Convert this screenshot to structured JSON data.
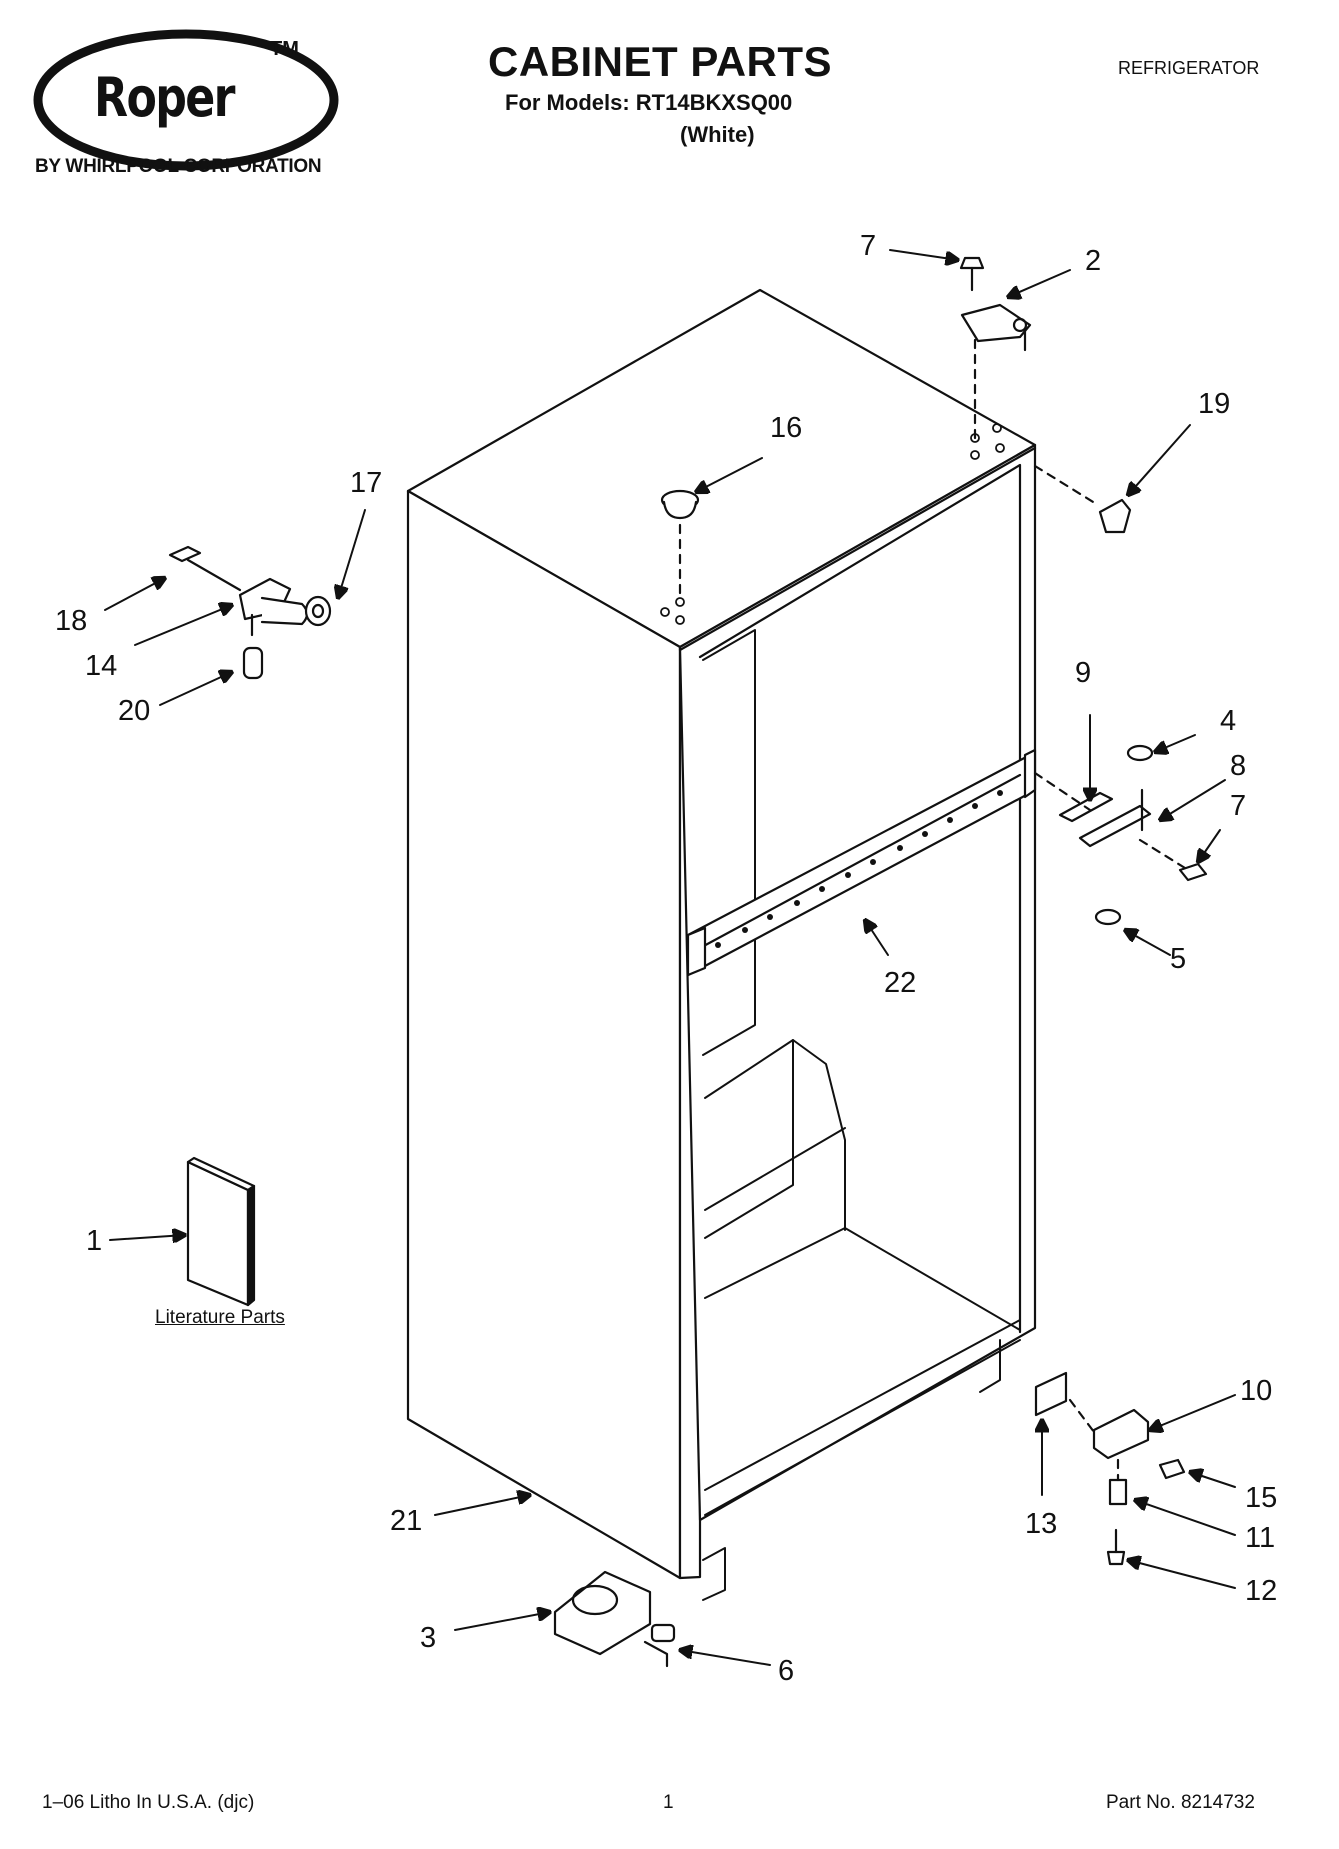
{
  "header": {
    "brand": "Roper",
    "trademark": "TM",
    "corporation": "BY WHIRLPOOL CORPORATION",
    "title": "CABINET PARTS",
    "models_line": "For Models: RT14BKXSQ00",
    "variant": "(White)",
    "appliance": "REFRIGERATOR"
  },
  "diagram": {
    "literature_label": "Literature Parts",
    "callouts": [
      "1",
      "2",
      "3",
      "4",
      "5",
      "6",
      "7",
      "7",
      "8",
      "9",
      "10",
      "11",
      "12",
      "13",
      "14",
      "15",
      "16",
      "17",
      "18",
      "19",
      "20",
      "21",
      "22"
    ]
  },
  "footer": {
    "print_info": "1–06 Litho In U.S.A. (djc)",
    "page_number": "1",
    "part_number": "Part No. 8214732"
  }
}
